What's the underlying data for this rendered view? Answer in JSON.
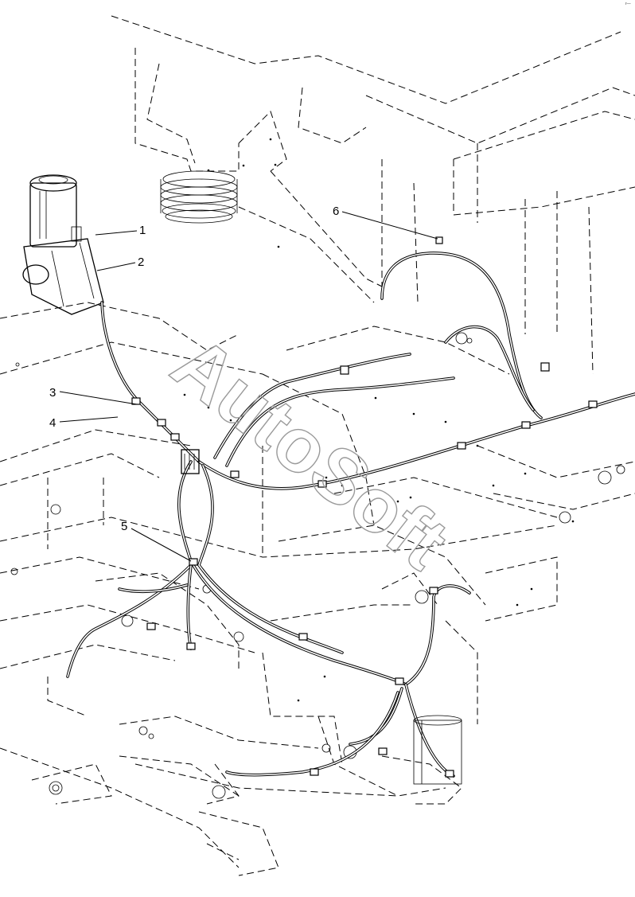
{
  "callouts": [
    {
      "id": "c1",
      "number": "1"
    },
    {
      "id": "c2",
      "number": "2"
    },
    {
      "id": "c3",
      "number": "3"
    },
    {
      "id": "c4",
      "number": "4"
    },
    {
      "id": "c5",
      "number": "5"
    },
    {
      "id": "c6",
      "number": "6"
    }
  ],
  "watermark": "AutoSoft",
  "corner_mark": "r—"
}
